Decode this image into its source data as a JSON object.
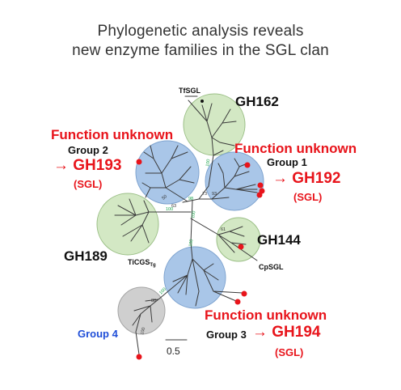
{
  "title": {
    "line1": "Phylogenetic analysis reveals",
    "line2": "new enzyme families in the SGL clan"
  },
  "colors": {
    "red": "#e8141b",
    "blue_circle": "#a9c6e8",
    "green_circle": "#d3e8c4",
    "gray_circle": "#cfcfcf",
    "group4_text": "#1f4ed8",
    "bootstrap_green": "#1aa24a"
  },
  "labels": {
    "gh162": "GH162",
    "tfsgl": "TfSGL",
    "gh144": "GH144",
    "cpsgl": "CpSGL",
    "gh189": "GH189",
    "ticgs": "TiCGS",
    "ticgs_sub": "Tg",
    "group2": {
      "unknown": "Function unknown",
      "group": "Group 2",
      "arrow": "→",
      "family": "GH193",
      "sgl": "(SGL)"
    },
    "group1": {
      "unknown": "Function unknown",
      "group": "Group 1",
      "arrow": "→",
      "family": "GH192",
      "sgl": "(SGL)"
    },
    "group3": {
      "unknown": "Function unknown",
      "group": "Group 3",
      "arrow": "→",
      "family": "GH194",
      "sgl": "(SGL)"
    },
    "group4": "Group 4",
    "scale": "0.5"
  },
  "bootstrap": [
    "100",
    "100",
    "98",
    "100",
    "100",
    "100",
    "50",
    "63",
    "73",
    "93",
    "61",
    "88",
    "100"
  ]
}
